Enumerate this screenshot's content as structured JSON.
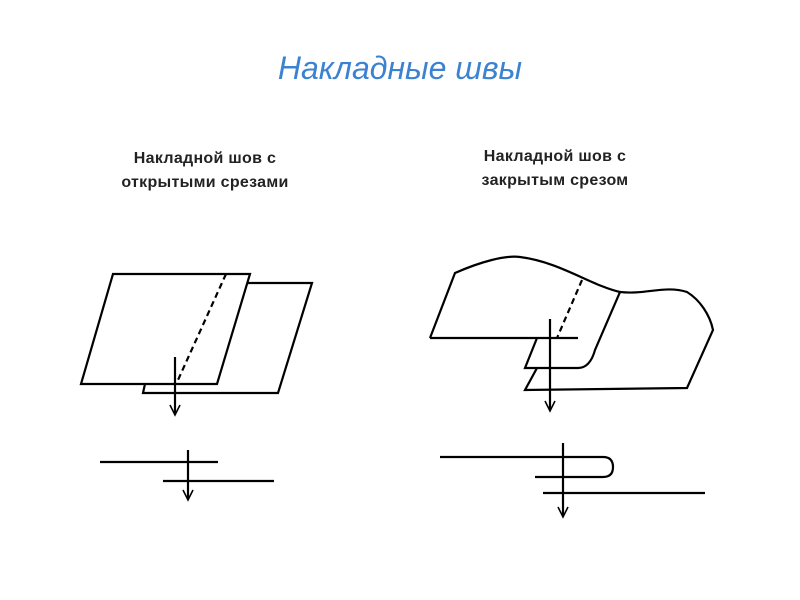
{
  "title": "Накладные швы",
  "left": {
    "caption_line1": "Накладной шов с",
    "caption_line2": "открытыми срезами"
  },
  "right": {
    "caption_line1": "Накладной шов с",
    "caption_line2": "закрытым срезом"
  },
  "colors": {
    "title": "#3b82d0",
    "line": "#000000"
  }
}
